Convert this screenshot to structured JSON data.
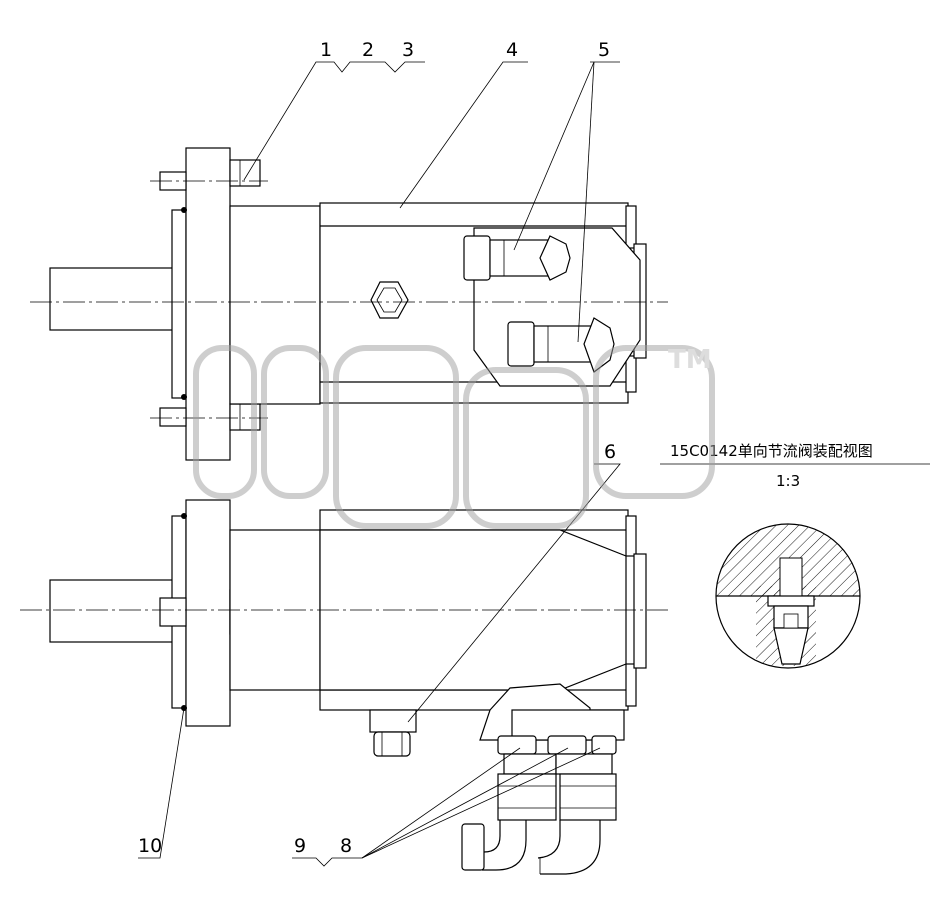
{
  "callouts": {
    "c1": "1",
    "c2": "2",
    "c3": "3",
    "c4": "4",
    "c5": "5",
    "c6": "6",
    "c8": "8",
    "c9": "9",
    "c10": "10"
  },
  "detail_view": {
    "title": "15C0142单向节流阀装配视图",
    "scale": "1:3"
  },
  "watermark": {
    "trademark": "TM"
  },
  "colors": {
    "line": "#000000",
    "watermark": "#bdbdbd",
    "background": "#ffffff"
  }
}
